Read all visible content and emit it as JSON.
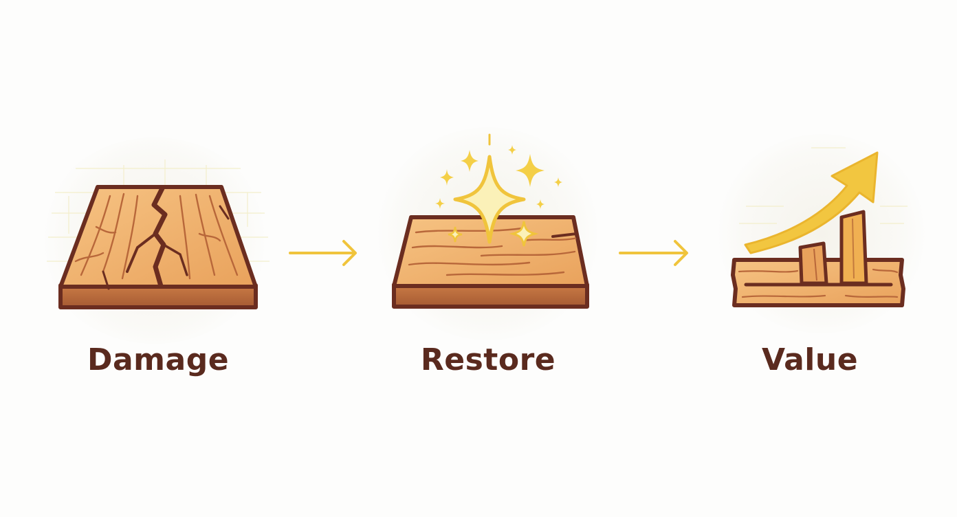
{
  "steps": [
    {
      "label": "Damage",
      "icon": "cracked-wood-board-icon"
    },
    {
      "label": "Restore",
      "icon": "sparkling-wood-board-icon"
    },
    {
      "label": "Value",
      "icon": "rising-value-chart-icon"
    }
  ],
  "connectors": [
    "arrow-right-icon",
    "arrow-right-icon"
  ],
  "colors": {
    "outline": "#6b2d20",
    "wood_light": "#f2b26a",
    "wood_mid": "#d9874a",
    "wood_dark": "#b5683a",
    "grain": "#a35a33",
    "accent_gold": "#f0c43c",
    "sparkle_fill": "#fbf1b8",
    "label_text": "#5a2a1e"
  }
}
